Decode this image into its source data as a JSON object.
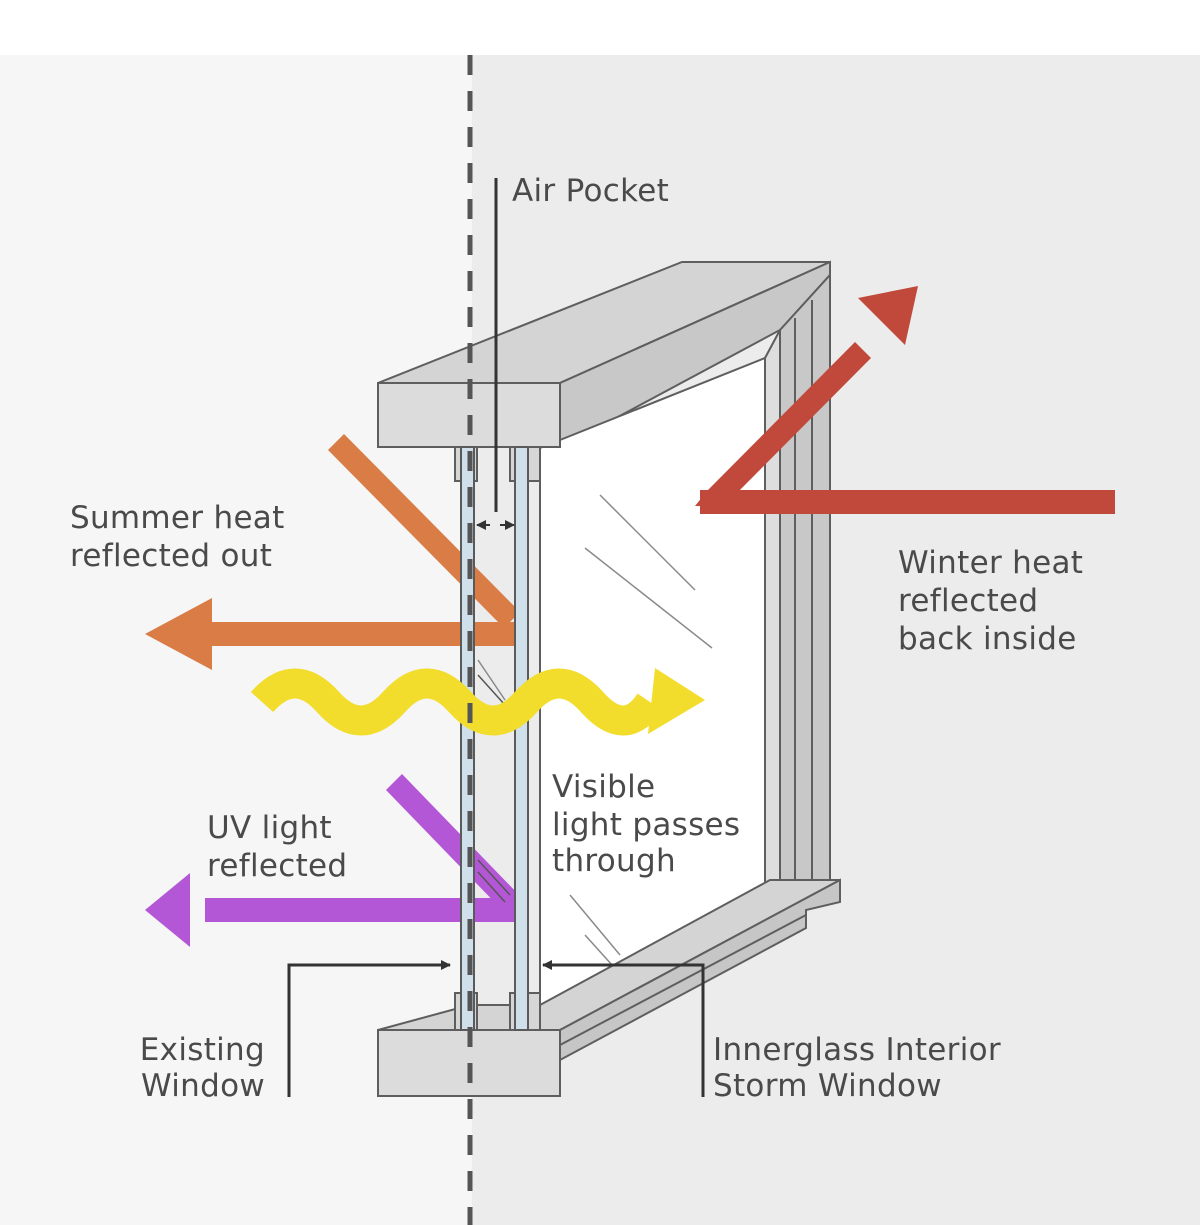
{
  "labels": {
    "air_pocket": "Air Pocket",
    "summer_line1": "Summer heat",
    "summer_line2": "reflected out",
    "winter_line1": "Winter heat",
    "winter_line2": "reflected",
    "winter_line3": "back inside",
    "visible_line1": "Visible",
    "visible_line2": "light passes",
    "visible_line3": "through",
    "uv_line1": "UV light",
    "uv_line2": "reflected",
    "existing_line1": "Existing",
    "existing_line2": "Window",
    "innerglass_line1": "Innerglass Interior",
    "innerglass_line2": "Storm Window"
  },
  "colors": {
    "outside_bg": "#f6f6f6",
    "inside_bg": "#ececec",
    "frame_front": "#dcdcdc",
    "frame_top": "#d0d0d0",
    "frame_side": "#c4c4c4",
    "frame_stroke": "#5e5e5e",
    "glass_fill": "#cfe0ea",
    "glass_stroke": "#5a5a5a",
    "summer_heat": "#d97c45",
    "winter_heat": "#c0493b",
    "visible_light": "#f2dc2c",
    "uv_light": "#b457d6",
    "label_text": "#4a4a4a",
    "leader_line": "#333333"
  }
}
